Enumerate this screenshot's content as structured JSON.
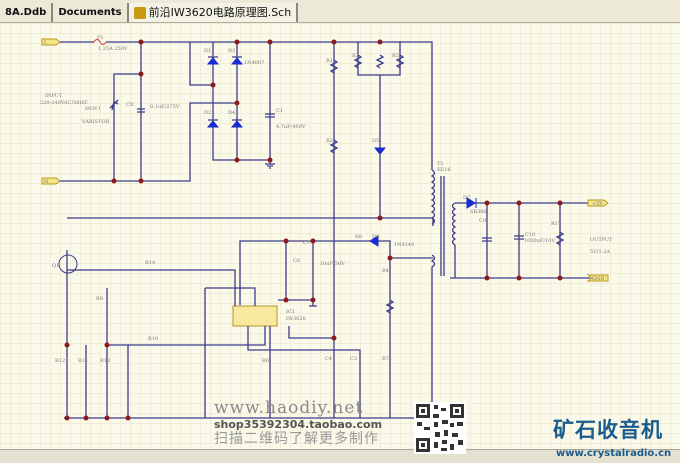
{
  "tabs": [
    {
      "label": "8A.Ddb"
    },
    {
      "label": "Documents"
    },
    {
      "label": "前沿IW3620电路原理图.Sch"
    }
  ],
  "schematic": {
    "input_label": "INPUT",
    "input_spec": "220-240VAC/50HZ",
    "mov": "MOV1",
    "varistor": "VARISTOR",
    "fuse": "F1",
    "fuse_val": "1.25A 250V",
    "cx": "CX",
    "cx_val": "0.1uF/275V",
    "d1": "D1",
    "d2": "D2",
    "d3": "D3",
    "d4": "D4",
    "dval": "1N4007",
    "c1": "C1",
    "c1_val": "4.7uF/400V",
    "r1": "R1",
    "r2": "R2",
    "r3": "R3",
    "r5": "R5",
    "d5": "D5",
    "t1": "T1",
    "t1_val": "EE16",
    "d7": "D7",
    "d7_val": "SR360",
    "c9": "C9",
    "c10": "C10",
    "c10_val": "1000uF/10V",
    "r17": "R17",
    "r8": "R8",
    "d6": "D6",
    "d6_val": "1N4148",
    "r4": "R4",
    "c6": "C6",
    "c7": "C7",
    "c7_val": "10uF/50V",
    "ic1": "IC1",
    "ic1_val": "IW3620",
    "q1": "Q1",
    "r14": "R14",
    "r9": "R9",
    "r12": "R12",
    "r11": "R11",
    "r13": "R13",
    "r10": "R10",
    "c4": "C4",
    "c3": "C3",
    "r6": "R6",
    "r7": "R7",
    "output_label": "OUTPUT",
    "output_spec": "5V/1.2A",
    "port_in1": "L",
    "port_in2": "N",
    "port_out1": "+5V",
    "port_out2": "GND"
  },
  "watermark": {
    "site": "www.haodiy.net",
    "shop": "shop35392304.taobao.com",
    "scan": "扫描二维码了解更多制作"
  },
  "logo": {
    "name": "矿石收音机",
    "url": "www.crystalradio.cn"
  }
}
